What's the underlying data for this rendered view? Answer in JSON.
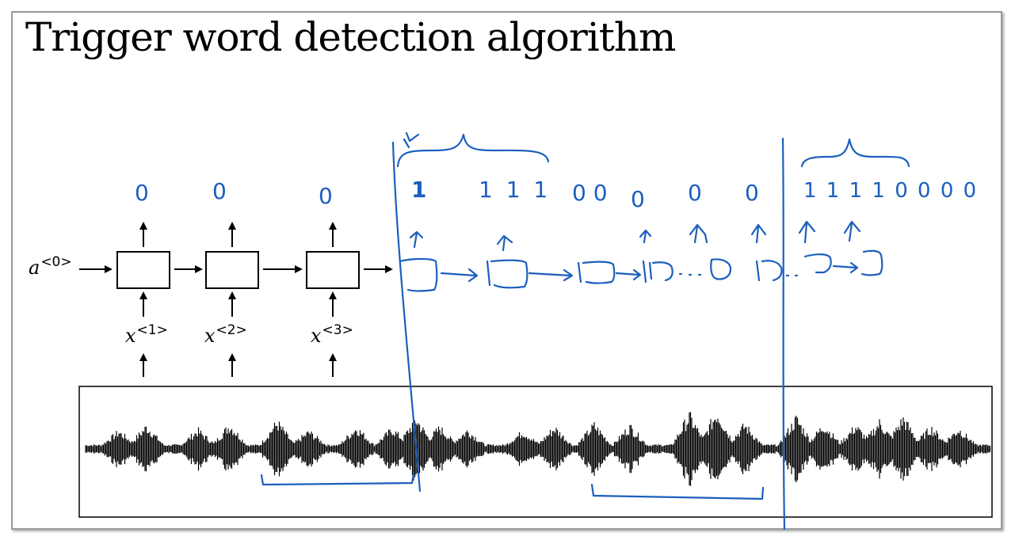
{
  "slide": {
    "title": "Trigger word detection algorithm",
    "initial_activation_label": {
      "base": "a",
      "superscript": "<0>"
    },
    "inputs": [
      {
        "base": "x",
        "superscript": "<1>"
      },
      {
        "base": "x",
        "superscript": "<2>"
      },
      {
        "base": "x",
        "superscript": "<3>"
      }
    ],
    "printed_outputs": [
      "0",
      "0",
      "0"
    ]
  },
  "handwritten": {
    "ink_color": "#1c5fbf",
    "first_trigger_label": "1",
    "first_trigger_ones": "1 1 1",
    "middle_zeros": [
      "0 0",
      "0",
      "0",
      "0"
    ],
    "second_trigger_labels": "1 1 1 1 0 0 0 0"
  }
}
